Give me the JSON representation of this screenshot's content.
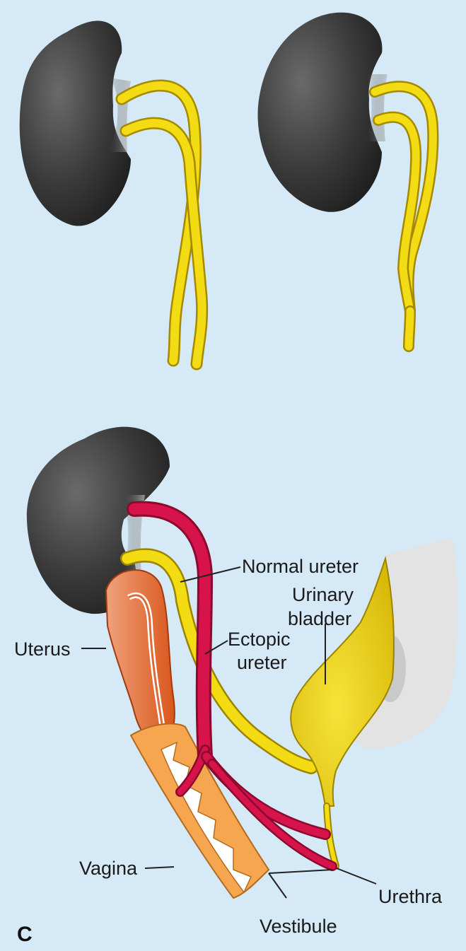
{
  "figure": {
    "panel_letter": "C",
    "labels": {
      "normal_ureter": "Normal ureter",
      "urinary_bladder_line1": "Urinary",
      "urinary_bladder_line2": "bladder",
      "uterus": "Uterus",
      "ectopic_ureter_line1": "Ectopic",
      "ectopic_ureter_line2": "ureter",
      "vagina": "Vagina",
      "urethra": "Urethra",
      "vestibule": "Vestibule"
    }
  },
  "colors": {
    "background": "#d6e9f6",
    "kidney": "#3c3c3c",
    "ureter_normal": "#f4dc14",
    "ureter_ectopic": "#d6134a",
    "uterus": "#e56b2c",
    "vagina": "#f5a64f",
    "bladder": "#f0d510"
  }
}
